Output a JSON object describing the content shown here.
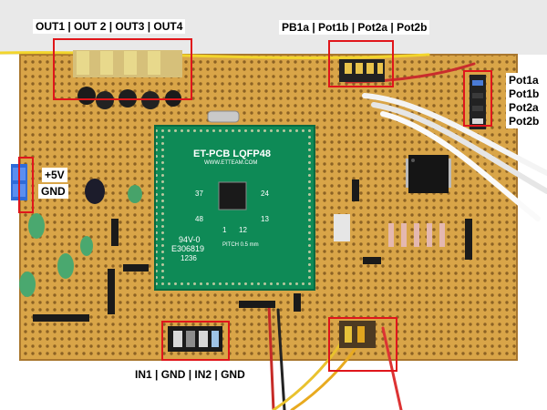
{
  "labels": {
    "outputs": "OUT1 | OUT 2 | OUT3 | OUT4",
    "pots_top": "PB1a | Pot1b | Pot2a | Pot2b",
    "pot1a": "Pot1a",
    "pot1b": "Pot1b",
    "pot2a": "Pot2a",
    "pot2b": "Pot2b",
    "power_plus": "+5V",
    "power_gnd": "GND",
    "inputs": "IN1 | GND | IN2 | GND"
  },
  "pcb_marking": {
    "title": "ET-PCB LQFP48",
    "site": "WWW.ETTEAM.COM",
    "pins_37": "37",
    "pins_24": "24",
    "pins_48": "48",
    "pins_13": "13",
    "pins_1": "1",
    "pins_12": "12",
    "code1": "94V-0",
    "code2": "E306819",
    "code3": "1236",
    "pitch": "PITCH 0.5 mm"
  },
  "colors": {
    "highlight": "#e0161b",
    "board": "#d9a548",
    "adapter": "#0e8a56"
  }
}
